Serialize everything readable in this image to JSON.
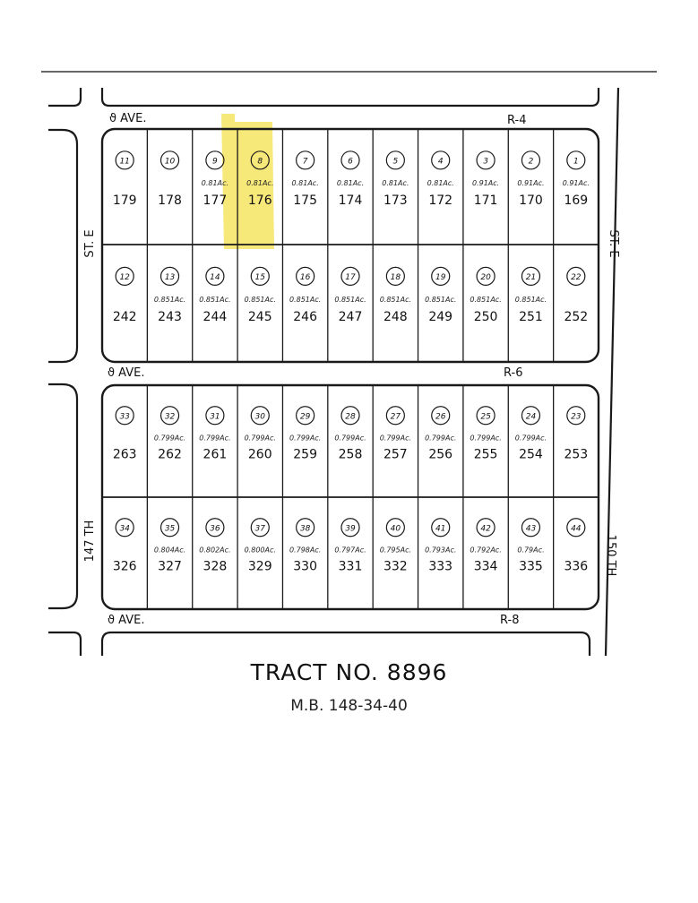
{
  "title": "TRACT NO. 8896",
  "subtitle": "M.B. 148-34-40",
  "highlight_color": "#f4e04d",
  "line_color": "#1a1a1a",
  "avenues": [
    {
      "label": "ϑ AVE.",
      "route": "R-4"
    },
    {
      "label": "ϑ AVE.",
      "route": "R-6"
    },
    {
      "label": "ϑ AVE.",
      "route": "R-8"
    }
  ],
  "streets": {
    "left_upper": "ST. E",
    "left_lower": "147 TH",
    "right_upper": "ST. E",
    "right_lower": "150 TH"
  },
  "highlighted_parcel": "176",
  "rows": [
    {
      "parcels": [
        {
          "lot": "11",
          "apn": "179",
          "acres": ""
        },
        {
          "lot": "10",
          "apn": "178",
          "acres": ""
        },
        {
          "lot": "9",
          "apn": "177",
          "acres": "0.81Ac."
        },
        {
          "lot": "8",
          "apn": "176",
          "acres": "0.81Ac."
        },
        {
          "lot": "7",
          "apn": "175",
          "acres": "0.81Ac."
        },
        {
          "lot": "6",
          "apn": "174",
          "acres": "0.81Ac."
        },
        {
          "lot": "5",
          "apn": "173",
          "acres": "0.81Ac."
        },
        {
          "lot": "4",
          "apn": "172",
          "acres": "0.81Ac."
        },
        {
          "lot": "3",
          "apn": "171",
          "acres": "0.91Ac."
        },
        {
          "lot": "2",
          "apn": "170",
          "acres": "0.91Ac."
        },
        {
          "lot": "1",
          "apn": "169",
          "acres": "0.91Ac."
        }
      ]
    },
    {
      "parcels": [
        {
          "lot": "12",
          "apn": "242",
          "acres": ""
        },
        {
          "lot": "13",
          "apn": "243",
          "acres": "0.851Ac."
        },
        {
          "lot": "14",
          "apn": "244",
          "acres": "0.851Ac."
        },
        {
          "lot": "15",
          "apn": "245",
          "acres": "0.851Ac."
        },
        {
          "lot": "16",
          "apn": "246",
          "acres": "0.851Ac."
        },
        {
          "lot": "17",
          "apn": "247",
          "acres": "0.851Ac."
        },
        {
          "lot": "18",
          "apn": "248",
          "acres": "0.851Ac."
        },
        {
          "lot": "19",
          "apn": "249",
          "acres": "0.851Ac."
        },
        {
          "lot": "20",
          "apn": "250",
          "acres": "0.851Ac."
        },
        {
          "lot": "21",
          "apn": "251",
          "acres": "0.851Ac."
        },
        {
          "lot": "22",
          "apn": "252",
          "acres": ""
        }
      ]
    },
    {
      "parcels": [
        {
          "lot": "33",
          "apn": "263",
          "acres": ""
        },
        {
          "lot": "32",
          "apn": "262",
          "acres": "0.799Ac."
        },
        {
          "lot": "31",
          "apn": "261",
          "acres": "0.799Ac."
        },
        {
          "lot": "30",
          "apn": "260",
          "acres": "0.799Ac."
        },
        {
          "lot": "29",
          "apn": "259",
          "acres": "0.799Ac."
        },
        {
          "lot": "28",
          "apn": "258",
          "acres": "0.799Ac."
        },
        {
          "lot": "27",
          "apn": "257",
          "acres": "0.799Ac."
        },
        {
          "lot": "26",
          "apn": "256",
          "acres": "0.799Ac."
        },
        {
          "lot": "25",
          "apn": "255",
          "acres": "0.799Ac."
        },
        {
          "lot": "24",
          "apn": "254",
          "acres": "0.799Ac."
        },
        {
          "lot": "23",
          "apn": "253",
          "acres": ""
        }
      ]
    },
    {
      "parcels": [
        {
          "lot": "34",
          "apn": "326",
          "acres": ""
        },
        {
          "lot": "35",
          "apn": "327",
          "acres": "0.804Ac."
        },
        {
          "lot": "36",
          "apn": "328",
          "acres": "0.802Ac."
        },
        {
          "lot": "37",
          "apn": "329",
          "acres": "0.800Ac."
        },
        {
          "lot": "38",
          "apn": "330",
          "acres": "0.798Ac."
        },
        {
          "lot": "39",
          "apn": "331",
          "acres": "0.797Ac."
        },
        {
          "lot": "40",
          "apn": "332",
          "acres": "0.795Ac."
        },
        {
          "lot": "41",
          "apn": "333",
          "acres": "0.793Ac."
        },
        {
          "lot": "42",
          "apn": "334",
          "acres": "0.792Ac."
        },
        {
          "lot": "43",
          "apn": "335",
          "acres": "0.79Ac."
        },
        {
          "lot": "44",
          "apn": "336",
          "acres": ""
        }
      ]
    }
  ]
}
